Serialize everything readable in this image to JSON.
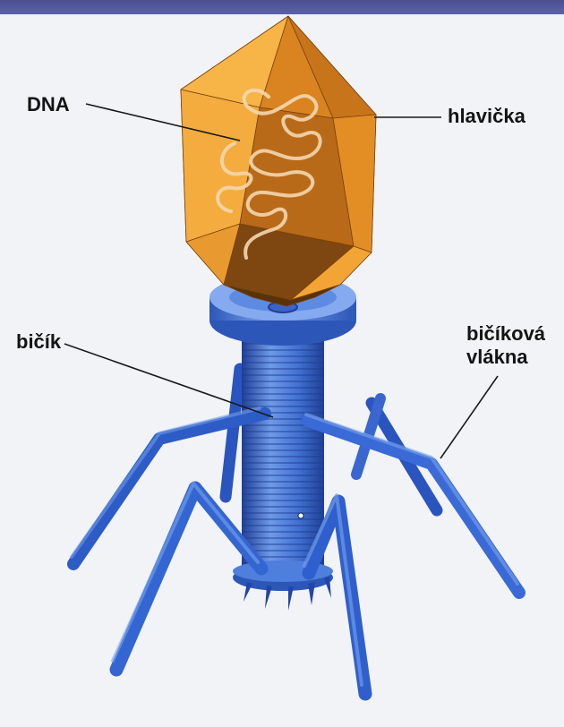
{
  "labels": {
    "dna": "DNA",
    "head": "hlavička",
    "tail": "bičík",
    "tail_fibers_line1": "bičíková",
    "tail_fibers_line2": "vlákna"
  },
  "colors": {
    "background": "#f2f3f6",
    "top_band": "#4b4f8e",
    "capsid_light": "#f7ae3a",
    "capsid_mid": "#e08a1f",
    "capsid_dark": "#8a4e12",
    "dna_strand": "#f3d7ae",
    "tail_blue": "#3f6fd0",
    "tail_light": "#6f9ae8",
    "tail_dark": "#1f3f96",
    "leader_line": "#1a1a1a"
  },
  "icons": {
    "virus_illustration": "bacteriophage-illustration"
  }
}
